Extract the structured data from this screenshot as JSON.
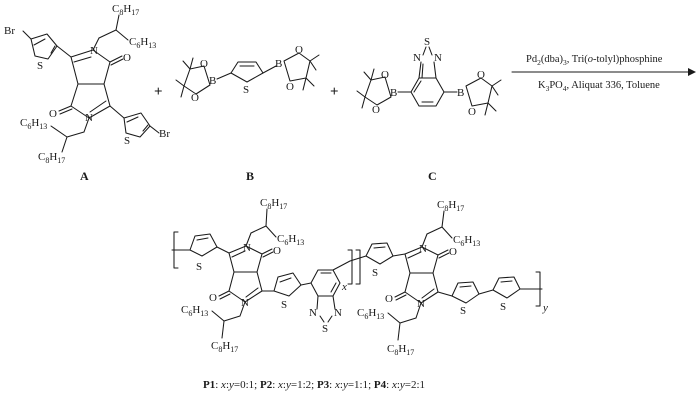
{
  "scheme": {
    "compound_a": {
      "label": "A",
      "atoms": {
        "br": "Br",
        "s": "S",
        "n": "N",
        "o": "O"
      },
      "chains": {
        "c8": "C",
        "c8_sub": "8",
        "c8_h": "H",
        "c8_hsub": "17",
        "c6": "C",
        "c6_sub": "6",
        "c6_h": "H",
        "c6_hsub": "13"
      }
    },
    "compound_b": {
      "label": "B",
      "atoms": {
        "b": "B",
        "o": "O",
        "s": "S"
      }
    },
    "compound_c": {
      "label": "C",
      "atoms": {
        "b": "B",
        "o": "O",
        "s": "S",
        "n": "N"
      }
    },
    "plus": "+",
    "conditions": {
      "above": [
        {
          "text": "Pd",
          "style": "normal"
        },
        {
          "text": "2",
          "style": "sub"
        },
        {
          "text": "(dba)",
          "style": "normal"
        },
        {
          "text": "3",
          "style": "sub"
        },
        {
          "text": ", Tri(",
          "style": "normal"
        },
        {
          "text": "o",
          "style": "italic"
        },
        {
          "text": "-tolyl)phosphine",
          "style": "normal"
        }
      ],
      "below": [
        {
          "text": "K",
          "style": "normal"
        },
        {
          "text": "3",
          "style": "sub"
        },
        {
          "text": "PO",
          "style": "normal"
        },
        {
          "text": "4",
          "style": "sub"
        },
        {
          "text": ", Aliquat 336, Toluene",
          "style": "normal"
        }
      ]
    },
    "polymer": {
      "repeat_x": "x",
      "repeat_y": "y",
      "caption": [
        {
          "text": "P1",
          "style": "bold"
        },
        {
          "text": ": ",
          "style": "normal"
        },
        {
          "text": "x",
          "style": "italic"
        },
        {
          "text": ":",
          "style": "normal"
        },
        {
          "text": "y",
          "style": "italic"
        },
        {
          "text": "=0:1; ",
          "style": "normal"
        },
        {
          "text": "P2",
          "style": "bold"
        },
        {
          "text": ": ",
          "style": "normal"
        },
        {
          "text": "x",
          "style": "italic"
        },
        {
          "text": ":",
          "style": "normal"
        },
        {
          "text": "y",
          "style": "italic"
        },
        {
          "text": "=1:2; ",
          "style": "normal"
        },
        {
          "text": "P3",
          "style": "bold"
        },
        {
          "text": ": ",
          "style": "normal"
        },
        {
          "text": "x",
          "style": "italic"
        },
        {
          "text": ":",
          "style": "normal"
        },
        {
          "text": "y",
          "style": "italic"
        },
        {
          "text": "=1:1; ",
          "style": "normal"
        },
        {
          "text": "P4",
          "style": "bold"
        },
        {
          "text": ": ",
          "style": "normal"
        },
        {
          "text": "x",
          "style": "italic"
        },
        {
          "text": ":",
          "style": "normal"
        },
        {
          "text": "y",
          "style": "italic"
        },
        {
          "text": "=2:1",
          "style": "normal"
        }
      ]
    }
  }
}
